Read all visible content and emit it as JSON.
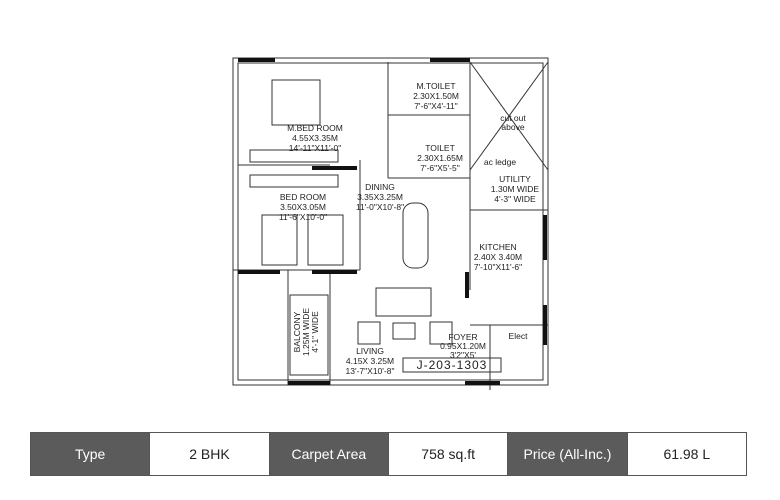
{
  "floor_plan": {
    "rooms": [
      {
        "name": "M.TOILET",
        "size_m": "2.30X1.50M",
        "size_ft": "7'-6\"X4'-11\""
      },
      {
        "name": "M.BED ROOM",
        "size_m": "4.55X3.35M",
        "size_ft": "14'-11\"X11'-0\""
      },
      {
        "name": "TOILET",
        "size_m": "2.30X1.65M",
        "size_ft": "7'-6\"X5'-5\""
      },
      {
        "name": "DINING",
        "size_m": "3.35X3.25M",
        "size_ft": "11'-0\"X10'-8\""
      },
      {
        "name": "BED ROOM",
        "size_m": "3.50X3.05M",
        "size_ft": "11'-6\"X10'-0\""
      },
      {
        "name": "UTILITY",
        "size_m": "1.30M WIDE",
        "size_ft": "4'-3\" WIDE"
      },
      {
        "name": "KITCHEN",
        "size_m": "2.40X 3.40M",
        "size_ft": "7'-10\"X11'-6\""
      },
      {
        "name": "FOYER",
        "size_m": "0.95X1.20M",
        "size_ft": "3'2\"X5'"
      },
      {
        "name": "LIVING",
        "size_m": "4.15X 3.25M",
        "size_ft": "13'-7\"X10'-8\""
      }
    ],
    "cut_out": [
      "cut out",
      "above"
    ],
    "ac_ledge": "ac ledge",
    "balcony": {
      "name": "BALCONY",
      "size_m": "1.25M WIDE",
      "size_ft": "4'-1\" WIDE"
    },
    "elect": "Elect",
    "unit_code": "J-203-1303"
  },
  "specs": {
    "type_label": "Type",
    "type_value": "2 BHK",
    "area_label": "Carpet Area",
    "area_value": "758 sq.ft",
    "price_label": "Price (All-Inc.)",
    "price_value": "61.98 L"
  },
  "colors": {
    "label_bg": "#5b5b5b",
    "value_bg": "#ffffff"
  }
}
